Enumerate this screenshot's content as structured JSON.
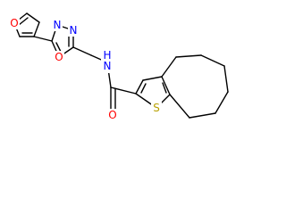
{
  "molecule": {
    "atoms": {
      "o_furan": {
        "text": "O",
        "color": "#ff0000"
      },
      "o_oxadiazole": {
        "text": "O",
        "color": "#ff0000"
      },
      "n_oxadiazole_top": {
        "text": "N",
        "color": "#0000ff"
      },
      "n_oxadiazole_bottom": {
        "text": "N",
        "color": "#0000ff"
      },
      "nh_amide": {
        "text": "N",
        "color": "#0000ff"
      },
      "h_amide": {
        "text": "H",
        "color": "#0000ff"
      },
      "o_carbonyl": {
        "text": "O",
        "color": "#ff0000"
      },
      "s_thiophene": {
        "text": "S",
        "color": "#b8a000"
      }
    }
  }
}
